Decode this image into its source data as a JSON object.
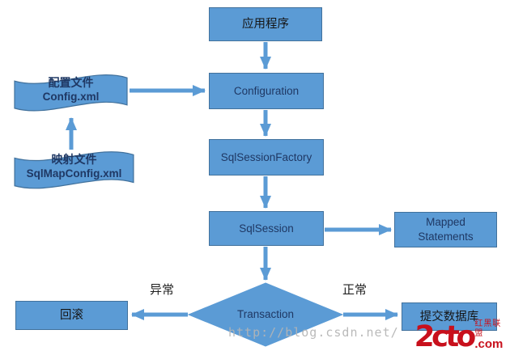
{
  "colors": {
    "background": "#FFFFFF",
    "node_fill": "#5B9BD5",
    "node_border": "#41719C",
    "node_text": "#1F3864",
    "chinese_text": "#151515",
    "arrow": "#5B9BD5",
    "edge_label_text": "#222222",
    "watermark_text": "#B5B5B5",
    "logo_red": "#C8101C"
  },
  "nodes": {
    "app": {
      "label": "应用程序"
    },
    "configuration": {
      "label": "Configuration"
    },
    "config_file": {
      "title": "配置文件",
      "subtitle": "Config.xml"
    },
    "mapping_file": {
      "title": "映射文件",
      "subtitle": "SqlMapConfig.xml"
    },
    "sql_session_factory": {
      "label": "SqlSessionFactory"
    },
    "sql_session": {
      "label": "SqlSession"
    },
    "mapped_statements": {
      "line1": "Mapped",
      "line2": "Statements"
    },
    "transaction": {
      "label": "Transaction"
    },
    "rollback": {
      "label": "回滚"
    },
    "commit": {
      "label": "提交数据库"
    }
  },
  "edge_labels": {
    "exception": "异常",
    "normal": "正常"
  },
  "watermark": {
    "url_text": "http://blog.csdn.net/",
    "logo_main": "2cto",
    "logo_suffix": ".com",
    "logo_badge": "红黑联盟"
  }
}
